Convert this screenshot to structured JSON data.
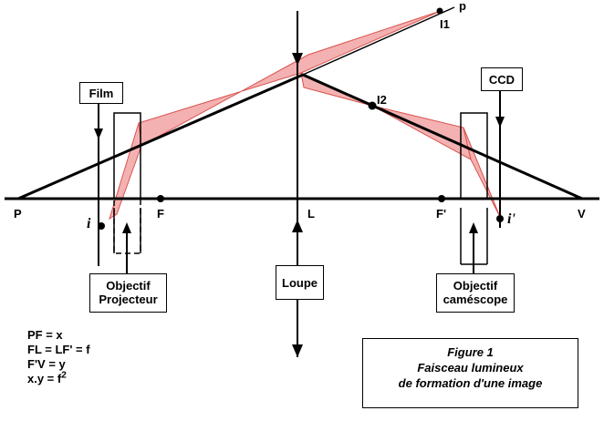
{
  "points": {
    "P": "P",
    "F": "F",
    "L": "L",
    "F_prime": "F'",
    "V": "V",
    "p": "p",
    "I1": "I1",
    "I2": "I2",
    "i": "i",
    "i_prime": "i'"
  },
  "boxes": {
    "film": "Film",
    "ccd": "CCD",
    "loupe": "Loupe",
    "objectif_projecteur": [
      "Objectif",
      "Projecteur"
    ],
    "objectif_camescope": [
      "Objectif",
      "caméscope"
    ]
  },
  "formulas": [
    "PF = x",
    "FL = LF' = f",
    "F'V = y",
    "x.y = f"
  ],
  "formula_exponent": "2",
  "caption": [
    "Figure 1",
    "Faisceau lumineux",
    "de formation d'une image"
  ],
  "colors": {
    "beam_fill": "#f2a3a3",
    "beam_stroke": "#d9534f",
    "ink": "#000000"
  }
}
